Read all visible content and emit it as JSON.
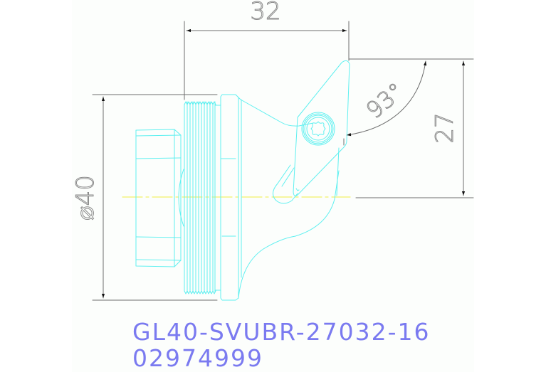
{
  "colors": {
    "part": "#5ff0f0",
    "dim": "#6e6e6e",
    "dimtext": "#8a8a8a",
    "centerline": "#f2f26a",
    "title": "#7a7af0",
    "sheet": "#fcfefc"
  },
  "dimensions": {
    "length": {
      "label": "32",
      "value": 32,
      "orientation": "horizontal"
    },
    "diameter": {
      "label": "⌀40",
      "symbol": "⌀",
      "value": 40,
      "orientation": "vertical"
    },
    "height": {
      "label": "27",
      "value": 27,
      "orientation": "vertical"
    },
    "angle": {
      "label": "93°",
      "value": 93,
      "unit": "degrees"
    }
  },
  "title_block": {
    "part_code": "GL40-SVUBR-27032-16",
    "part_number": "02974999"
  },
  "icons": {
    "torx_screw": "torx-screw-icon"
  }
}
